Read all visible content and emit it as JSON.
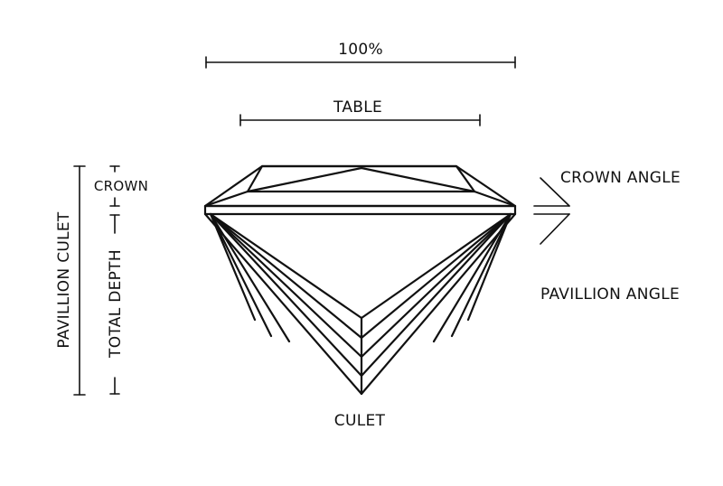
{
  "labels": {
    "full_width": "100%",
    "table": "TABLE",
    "crown": "CROWN",
    "crown_angle": "CROWN ANGLE",
    "pavilion_angle": "PAVILLION ANGLE",
    "culet": "CULET",
    "pavilion_culet": "PAVILLION CULET",
    "total_depth": "TOTAL DEPTH"
  },
  "colors": {
    "line": "#111111",
    "background": "#ffffff"
  }
}
